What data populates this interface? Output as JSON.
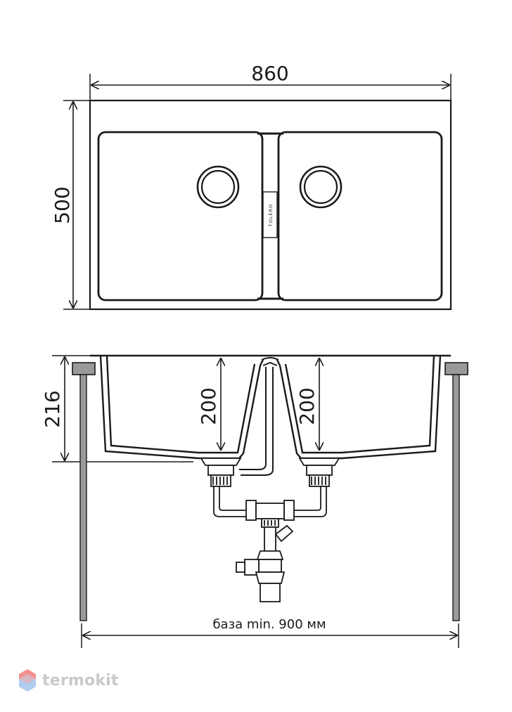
{
  "drawing": {
    "top_view": {
      "width_label": "860",
      "depth_label": "500",
      "brand_mark": "TOLERO"
    },
    "side_view": {
      "height_label": "216",
      "left_bowl_depth_label": "200",
      "right_bowl_depth_label": "200",
      "base_label": "база min. 900 мм"
    }
  },
  "watermark": {
    "text": "termokit"
  },
  "colors": {
    "line": "#1a1a1a",
    "post": "#9a9a9a",
    "watermark_red": "#f06a6a",
    "watermark_blue": "#8fb6e8"
  }
}
